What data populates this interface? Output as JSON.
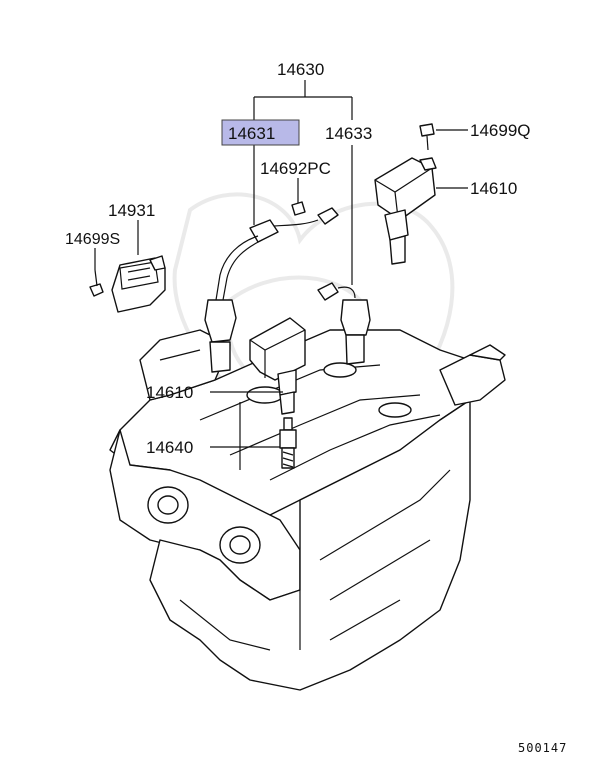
{
  "labels": {
    "l14630": "14630",
    "l14631": "14631",
    "l14633": "14633",
    "l14699q": "14699Q",
    "l14610_top": "14610",
    "l14692pc": "14692PC",
    "l14931": "14931",
    "l14699s": "14699S",
    "l14610_mid": "14610",
    "l14640": "14640"
  },
  "highlight_color": "#b8b9e8",
  "diagram_code": "500147"
}
